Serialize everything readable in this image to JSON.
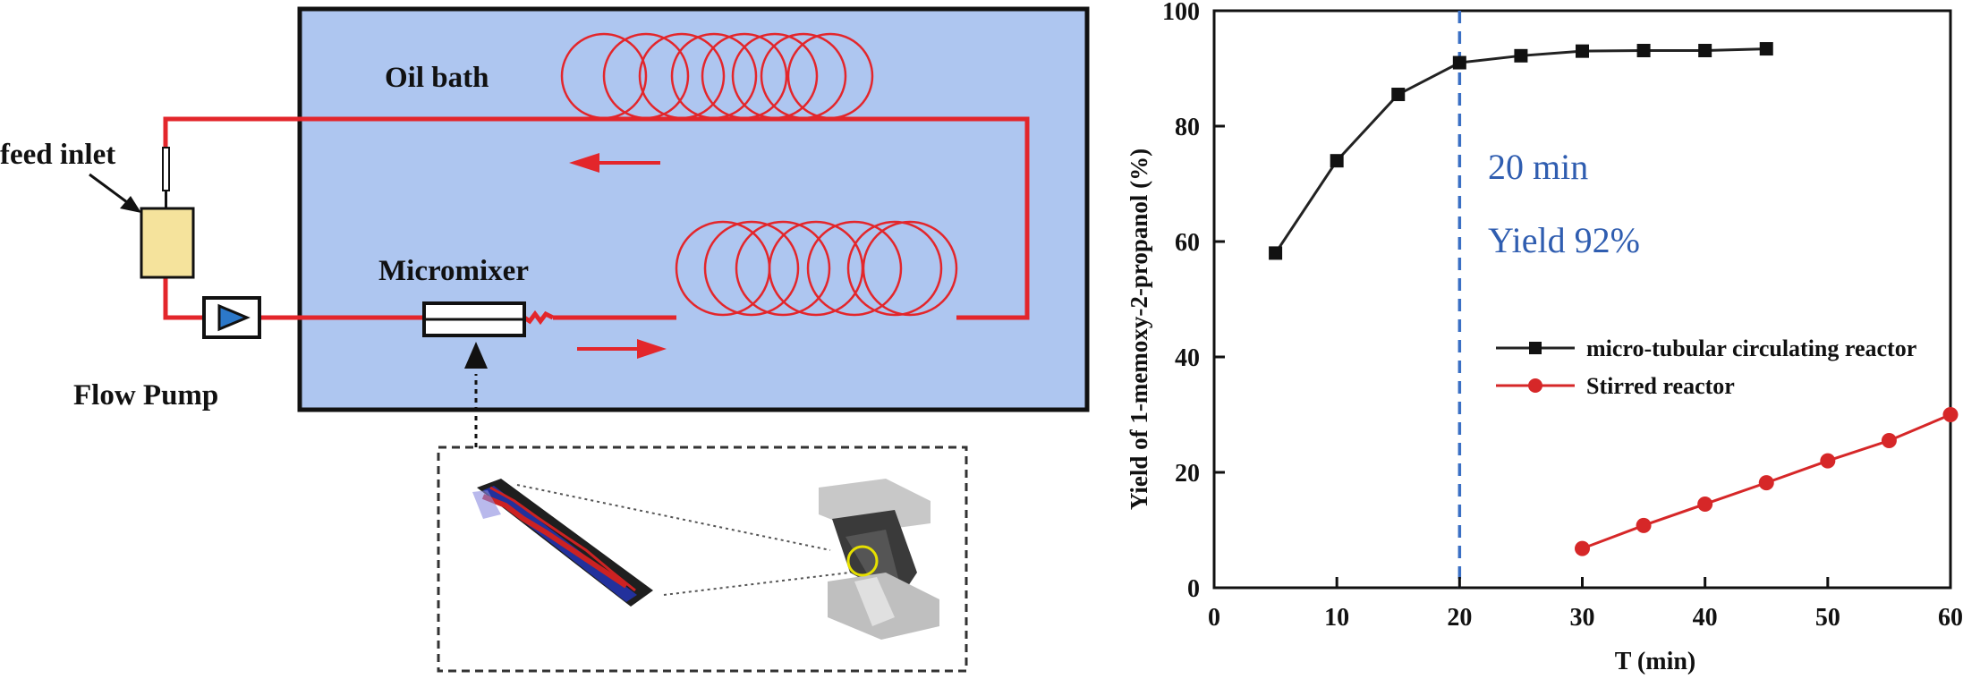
{
  "diagram": {
    "labels": {
      "oil_bath": "Oil bath",
      "feed_inlet": "feed inlet",
      "micromixer": "Micromixer",
      "flow_pump": "Flow Pump"
    },
    "colors": {
      "bath_fill": "#aec6f0",
      "tubing": "#e3262b",
      "reservoir": "#f5e39c"
    }
  },
  "chart_data": {
    "type": "line",
    "title": "",
    "xlabel": "T (min)",
    "ylabel": "Yield of 1-memoxy-2-propanol (%)",
    "xlim": [
      0,
      60
    ],
    "ylim": [
      0,
      100
    ],
    "xticks": [
      "0",
      "10",
      "20",
      "30",
      "40",
      "50",
      "60"
    ],
    "yticks": [
      "0",
      "20",
      "40",
      "60",
      "80",
      "100"
    ],
    "legend_position": "center-right",
    "series": [
      {
        "name": "micro-tubular circulating reactor",
        "color": "#222222",
        "marker": "square",
        "x": [
          5,
          10,
          15,
          20,
          25,
          30,
          35,
          40,
          45
        ],
        "y": [
          58,
          74,
          85.5,
          91,
          92.2,
          93,
          93.1,
          93.1,
          93.4
        ]
      },
      {
        "name": "Stirred reactor",
        "color": "#d62728",
        "marker": "circle",
        "x": [
          30,
          35,
          40,
          45,
          50,
          55,
          60
        ],
        "y": [
          6.8,
          10.8,
          14.5,
          18.2,
          22,
          25.5,
          30
        ]
      }
    ],
    "reference_line": {
      "x": 20,
      "color": "#3a6fc4",
      "style": "dashed"
    },
    "annotations": [
      "20 min",
      "Yield 92%"
    ]
  }
}
